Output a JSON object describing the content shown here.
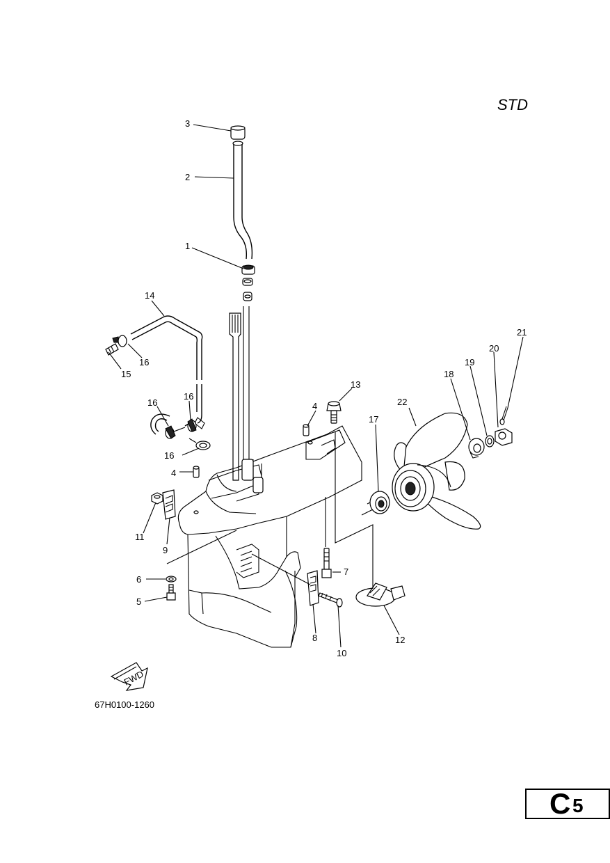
{
  "header": {
    "std_label": "STD"
  },
  "footer": {
    "part_code": "67H0100-1260",
    "page_letter": "C",
    "page_number": "5"
  },
  "fwd_arrow": {
    "label": "FWD"
  },
  "callouts": [
    {
      "id": "c3",
      "num": "3"
    },
    {
      "id": "c2",
      "num": "2"
    },
    {
      "id": "c1",
      "num": "1"
    },
    {
      "id": "c14",
      "num": "14"
    },
    {
      "id": "c16a",
      "num": "16"
    },
    {
      "id": "c15",
      "num": "15"
    },
    {
      "id": "c16b",
      "num": "16"
    },
    {
      "id": "c16c",
      "num": "16"
    },
    {
      "id": "c16d",
      "num": "16"
    },
    {
      "id": "c4a",
      "num": "4"
    },
    {
      "id": "c4b",
      "num": "4"
    },
    {
      "id": "c13",
      "num": "13"
    },
    {
      "id": "c17",
      "num": "17"
    },
    {
      "id": "c22",
      "num": "22"
    },
    {
      "id": "c18",
      "num": "18"
    },
    {
      "id": "c19",
      "num": "19"
    },
    {
      "id": "c20",
      "num": "20"
    },
    {
      "id": "c21",
      "num": "21"
    },
    {
      "id": "c11",
      "num": "11"
    },
    {
      "id": "c9",
      "num": "9"
    },
    {
      "id": "c6",
      "num": "6"
    },
    {
      "id": "c5",
      "num": "5"
    },
    {
      "id": "c7",
      "num": "7"
    },
    {
      "id": "c8",
      "num": "8"
    },
    {
      "id": "c10",
      "num": "10"
    },
    {
      "id": "c12",
      "num": "12"
    }
  ]
}
